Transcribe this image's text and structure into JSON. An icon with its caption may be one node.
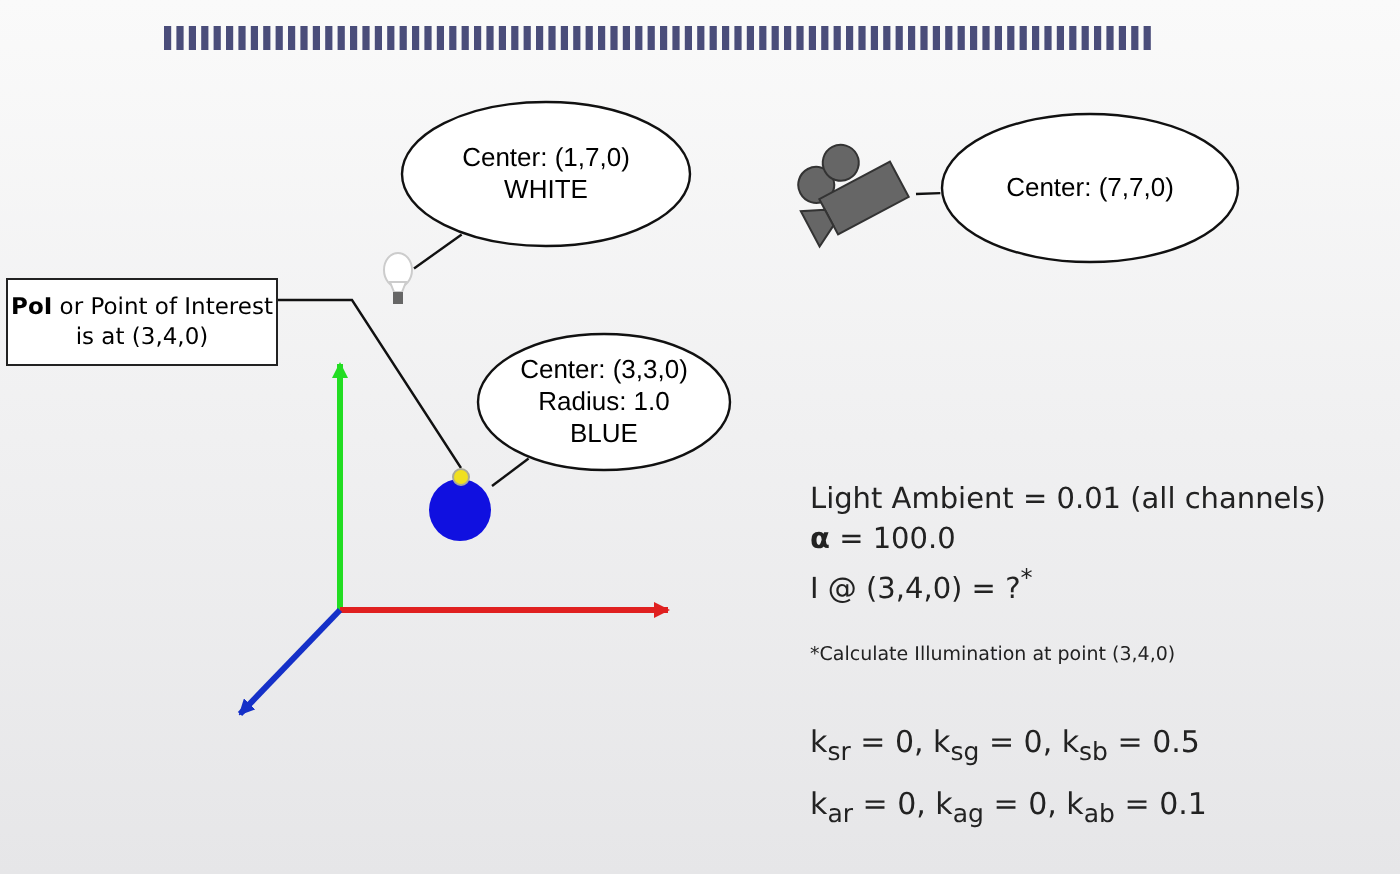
{
  "diagram": {
    "nodes": [
      {
        "text": [
          "Center: (1,7,0) WHITE"
        ]
      },
      {
        "text": [],
        "shape": "bulb"
      },
      {
        "text": [],
        "shape": "camera"
      },
      {
        "text": [
          "Center: (7,7,0)"
        ]
      },
      {
        "text": [
          "**PoI** or Point of Interest is at (3,4,0)"
        ]
      },
      {
        "text": [
          "Center: (3,3,0) Radius: 1.0 BLUE"
        ]
      },
      {
        "text": [],
        "shape": "circle"
      },
      {
        "text": [],
        "shape": "circle"
      }
    ],
    "edges": [
      {
        "from": 0,
        "to": 1,
        "arrow": "none"
      },
      {
        "from": 3,
        "to": 2,
        "arrow": "none"
      },
      {
        "from": 4,
        "to": 7,
        "arrow": "none"
      },
      {
        "from": 5,
        "to": 6,
        "arrow": "none"
      }
    ],
    "labels": [
      "Light Ambient = 0.01 (all channels)",
      "**α** = 100.0",
      "I @ (3,4,0) = ?$^{*}$",
      "*Calculate Illumination at point (3,4,0)",
      "k$_{sr}$ = 0, k$_{sg}$ = 0, k$_{sb}$ = 0.5",
      "k$_{ar}$ = 0, k$_{ag}$ = 0, k$_{ab}$ = 0.1"
    ]
  }
}
